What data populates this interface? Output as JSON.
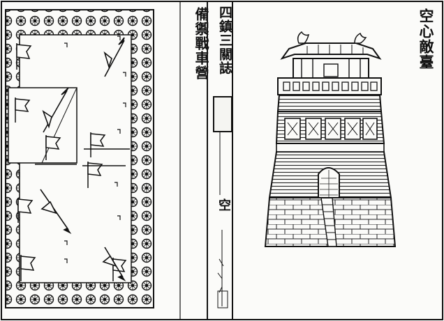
{
  "right_page": {
    "title": "空心敵臺"
  },
  "left_page": {
    "chapter_title": [
      "備禦戰車",
      "營"
    ]
  },
  "gutter": {
    "book_title": "四鎮三關誌",
    "section_char": "空"
  },
  "palette": {
    "ink": "#111111",
    "paper": "#fbfbf9"
  }
}
